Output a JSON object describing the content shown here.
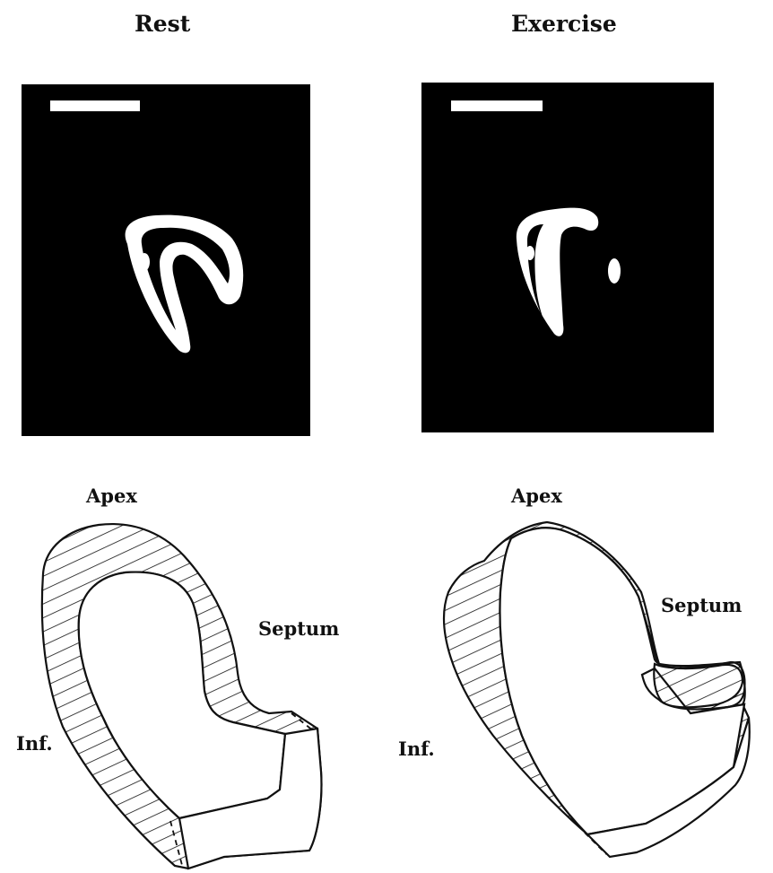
{
  "panels": {
    "rest": {
      "title": "Rest"
    },
    "exercise": {
      "title": "Exercise"
    }
  },
  "diagrams": {
    "rest": {
      "apex": "Apex",
      "septum": "Septum",
      "inferior": "Inf."
    },
    "exercise": {
      "apex": "Apex",
      "septum": "Septum",
      "inferior": "Inf."
    }
  },
  "colors": {
    "image_background": "#000000",
    "image_foreground": "#ffffff",
    "ink": "#111111"
  }
}
